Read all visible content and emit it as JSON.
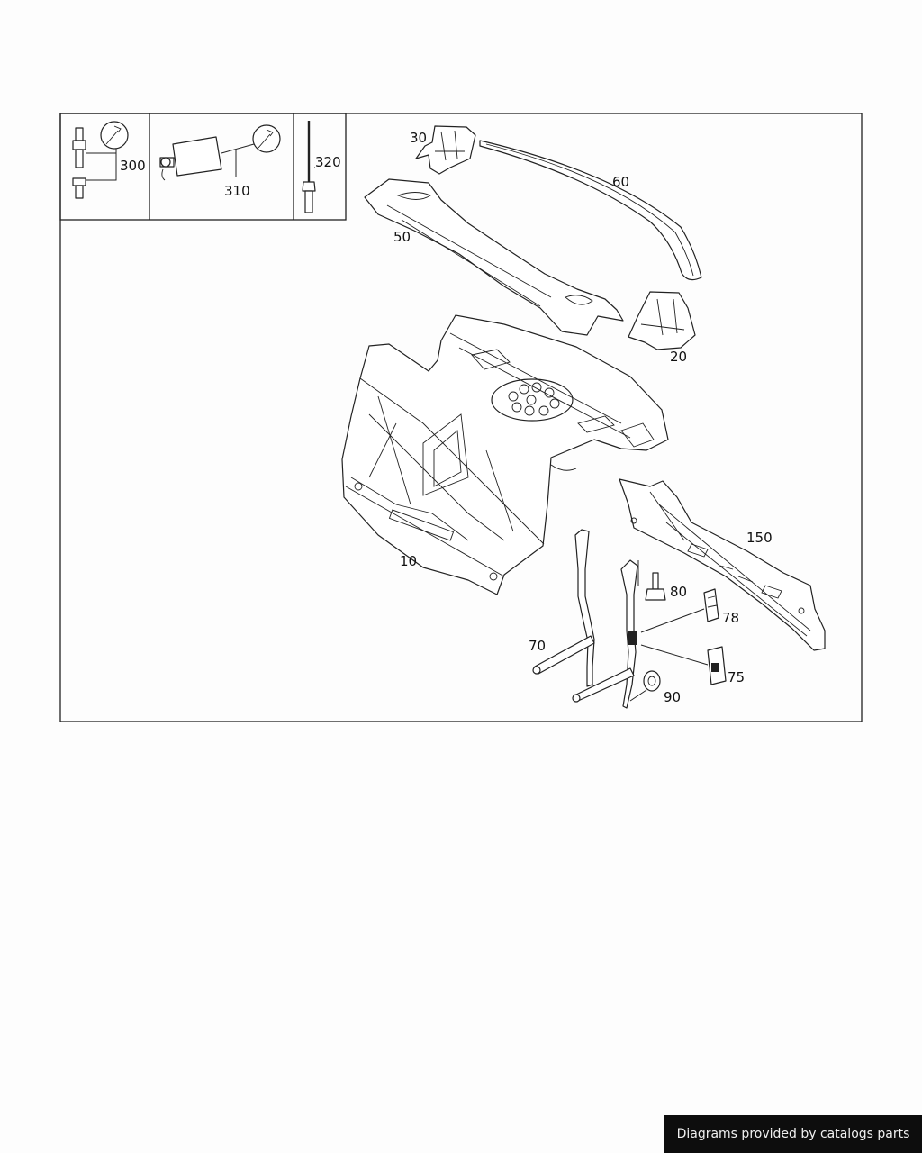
{
  "callouts": {
    "c300": "300",
    "c310": "310",
    "c320": "320",
    "c30": "30",
    "c60": "60",
    "c50": "50",
    "c20": "20",
    "c10": "10",
    "c150": "150",
    "c80": "80",
    "c78": "78",
    "c70": "70",
    "c75": "75",
    "c90": "90"
  },
  "credit_text": "Diagrams provided by catalogs parts"
}
